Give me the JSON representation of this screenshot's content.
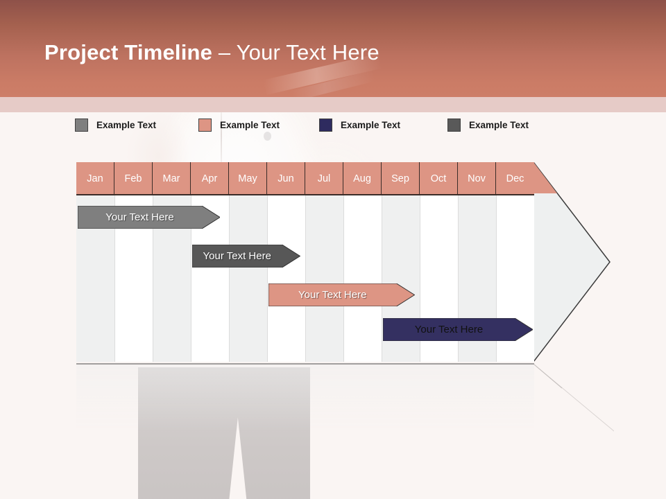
{
  "slide": {
    "title_strong": "Project Timeline",
    "title_light": " – Your Text Here",
    "background_color": "#faf5f3",
    "header_gradient_top": "#8e5149",
    "header_gradient_bottom": "#cd7e68",
    "header_sub_band_color": "#e6cbc7"
  },
  "legend": {
    "items": [
      {
        "label": "Example Text",
        "color": "#7f7f7f"
      },
      {
        "label": "Example Text",
        "color": "#dd9584"
      },
      {
        "label": "Example Text",
        "color": "#2e2b5f"
      },
      {
        "label": "Example Text",
        "color": "#595959"
      }
    ]
  },
  "chart_data": {
    "type": "bar",
    "title": "Project Timeline – Your Text Here",
    "xlabel": "",
    "ylabel": "",
    "orientation": "horizontal",
    "categories": [
      "Jan",
      "Feb",
      "Mar",
      "Apr",
      "May",
      "Jun",
      "Jul",
      "Aug",
      "Sep",
      "Oct",
      "Nov",
      "Dec"
    ],
    "header_color": "#dd9584",
    "header_text_color": "#ffffff",
    "column_shade_color": "#eff0f0",
    "column_plain_color": "#ffffff",
    "frame_color": "#262626",
    "grid": true,
    "legend_position": "top",
    "tasks": [
      {
        "label": "Your  Text Here",
        "start_month": "Jan",
        "end_month": "Apr",
        "start_index": 0,
        "end_index": 3.8,
        "color": "#7f7f7f",
        "text_color": "#ffffff"
      },
      {
        "label": "Your  Text Here",
        "start_month": "Apr",
        "end_month": "Jun",
        "start_index": 3.0,
        "end_index": 5.9,
        "color": "#575757",
        "text_color": "#ffffff"
      },
      {
        "label": "Your  Text Here",
        "start_month": "Jun",
        "end_month": "Sep",
        "start_index": 5.0,
        "end_index": 8.9,
        "color": "#dd9584",
        "text_color": "#ffffff"
      },
      {
        "label": "Your  Text Here",
        "start_month": "Sep",
        "end_month": "Dec",
        "start_index": 8.0,
        "end_index": 12.0,
        "color": "#343061",
        "text_color": "#111111"
      }
    ]
  }
}
